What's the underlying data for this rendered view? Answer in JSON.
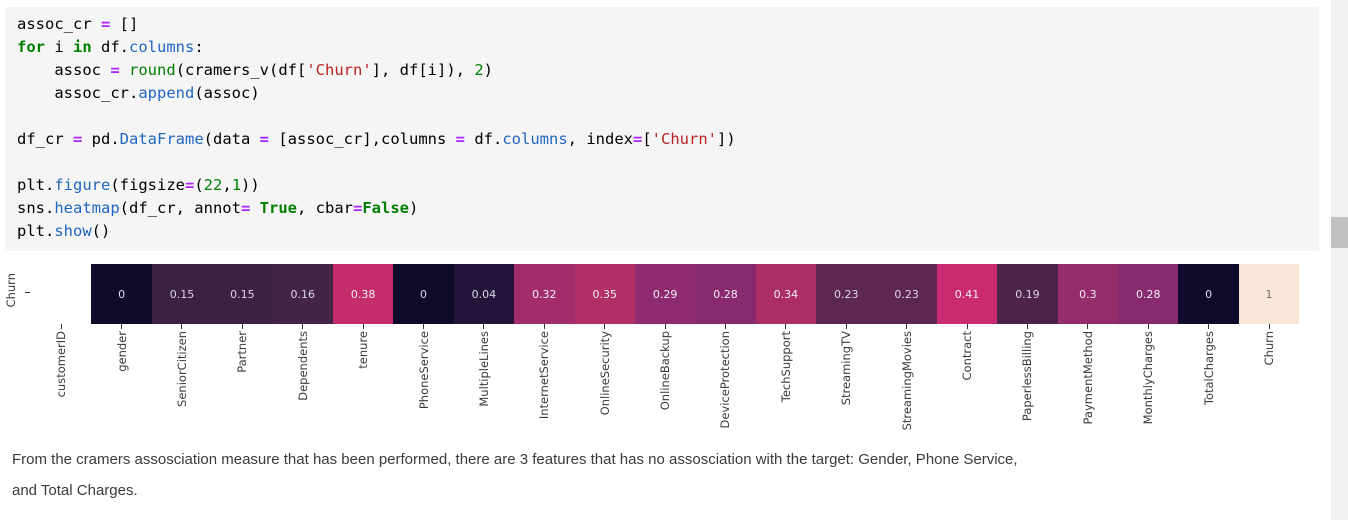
{
  "colors": {
    "page_bg": "#ffffff",
    "code_bg": "#f5f5f5",
    "annot_light": "#ddd8e4",
    "annot_dark": "#6b6b6b",
    "tick_text": "#3a3a3a",
    "markdown_text": "#3b3b3b",
    "scroll_track": "#f1f1f1",
    "scroll_thumb": "#c1c1c1"
  },
  "code_cell": {
    "lines": [
      [
        [
          "plain",
          "assoc_cr "
        ],
        [
          "op",
          "="
        ],
        [
          "plain",
          " []"
        ]
      ],
      [
        [
          "kw",
          "for"
        ],
        [
          "plain",
          " i "
        ],
        [
          "kw",
          "in"
        ],
        [
          "plain",
          " df."
        ],
        [
          "prop",
          "columns"
        ],
        [
          "plain",
          ":"
        ]
      ],
      [
        [
          "plain",
          "    assoc "
        ],
        [
          "op",
          "="
        ],
        [
          "plain",
          " "
        ],
        [
          "builtin",
          "round"
        ],
        [
          "plain",
          "(cramers_v(df["
        ],
        [
          "str",
          "'Churn'"
        ],
        [
          "plain",
          "], df[i]), "
        ],
        [
          "num",
          "2"
        ],
        [
          "plain",
          ")"
        ]
      ],
      [
        [
          "plain",
          "    assoc_cr."
        ],
        [
          "prop",
          "append"
        ],
        [
          "plain",
          "(assoc)"
        ]
      ],
      [],
      [
        [
          "plain",
          "df_cr "
        ],
        [
          "op",
          "="
        ],
        [
          "plain",
          " pd."
        ],
        [
          "prop",
          "DataFrame"
        ],
        [
          "plain",
          "(data "
        ],
        [
          "op",
          "="
        ],
        [
          "plain",
          " [assoc_cr],columns "
        ],
        [
          "op",
          "="
        ],
        [
          "plain",
          " df."
        ],
        [
          "prop",
          "columns"
        ],
        [
          "plain",
          ", index"
        ],
        [
          "op",
          "="
        ],
        [
          "plain",
          "["
        ],
        [
          "str",
          "'Churn'"
        ],
        [
          "plain",
          "])"
        ]
      ],
      [],
      [
        [
          "plain",
          "plt."
        ],
        [
          "prop",
          "figure"
        ],
        [
          "plain",
          "(figsize"
        ],
        [
          "op",
          "="
        ],
        [
          "plain",
          "("
        ],
        [
          "num",
          "22"
        ],
        [
          "plain",
          ","
        ],
        [
          "num",
          "1"
        ],
        [
          "plain",
          "))"
        ]
      ],
      [
        [
          "plain",
          "sns."
        ],
        [
          "prop",
          "heatmap"
        ],
        [
          "plain",
          "(df_cr, annot"
        ],
        [
          "op",
          "="
        ],
        [
          "plain",
          " "
        ],
        [
          "kw",
          "True"
        ],
        [
          "plain",
          ", cbar"
        ],
        [
          "op",
          "="
        ],
        [
          "kw",
          "False"
        ],
        [
          "plain",
          ")"
        ]
      ],
      [
        [
          "plain",
          "plt."
        ],
        [
          "prop",
          "show"
        ],
        [
          "plain",
          "()"
        ]
      ]
    ]
  },
  "heatmap": {
    "row_label": "Churn",
    "columns": [
      {
        "label": "customerID",
        "value": "",
        "cell_bg": "#ffffff",
        "text_color": "#ffffff"
      },
      {
        "label": "gender",
        "value": "0",
        "cell_bg": "#0e0b2a",
        "text_color": "#ddd8e4"
      },
      {
        "label": "SeniorCitizen",
        "value": "0.15",
        "cell_bg": "#3b2144",
        "text_color": "#ddd8e4"
      },
      {
        "label": "Partner",
        "value": "0.15",
        "cell_bg": "#3b2144",
        "text_color": "#ddd8e4"
      },
      {
        "label": "Dependents",
        "value": "0.16",
        "cell_bg": "#432347",
        "text_color": "#ddd8e4"
      },
      {
        "label": "tenure",
        "value": "0.38",
        "cell_bg": "#c32d6c",
        "text_color": "#f2eef5"
      },
      {
        "label": "PhoneService",
        "value": "0",
        "cell_bg": "#0e0b2a",
        "text_color": "#ddd8e4"
      },
      {
        "label": "MultipleLines",
        "value": "0.04",
        "cell_bg": "#231539",
        "text_color": "#ddd8e4"
      },
      {
        "label": "InternetService",
        "value": "0.32",
        "cell_bg": "#a32d6a",
        "text_color": "#f2eef5"
      },
      {
        "label": "OnlineSecurity",
        "value": "0.35",
        "cell_bg": "#b12e66",
        "text_color": "#f2eef5"
      },
      {
        "label": "OnlineBackup",
        "value": "0.29",
        "cell_bg": "#8d2b6e",
        "text_color": "#f2eef5"
      },
      {
        "label": "DeviceProtection",
        "value": "0.28",
        "cell_bg": "#872b6e",
        "text_color": "#f2eef5"
      },
      {
        "label": "TechSupport",
        "value": "0.34",
        "cell_bg": "#ac2e67",
        "text_color": "#f2eef5"
      },
      {
        "label": "StreamingTV",
        "value": "0.23",
        "cell_bg": "#5e2751",
        "text_color": "#ddd8e4"
      },
      {
        "label": "StreamingMovies",
        "value": "0.23",
        "cell_bg": "#5e2751",
        "text_color": "#ddd8e4"
      },
      {
        "label": "Contract",
        "value": "0.41",
        "cell_bg": "#ca2a70",
        "text_color": "#f2eef5"
      },
      {
        "label": "PaperlessBilling",
        "value": "0.19",
        "cell_bg": "#4d2449",
        "text_color": "#ddd8e4"
      },
      {
        "label": "PaymentMethod",
        "value": "0.3",
        "cell_bg": "#952c6c",
        "text_color": "#f2eef5"
      },
      {
        "label": "MonthlyCharges",
        "value": "0.28",
        "cell_bg": "#872b6e",
        "text_color": "#f2eef5"
      },
      {
        "label": "TotalCharges",
        "value": "0",
        "cell_bg": "#0e0b2a",
        "text_color": "#ddd8e4"
      },
      {
        "label": "Churn",
        "value": "1",
        "cell_bg": "#f9e8d9",
        "text_color": "#6b6b6b"
      }
    ]
  },
  "chart_data": {
    "type": "heatmap",
    "title": "",
    "rows": [
      "Churn"
    ],
    "categories": [
      "customerID",
      "gender",
      "SeniorCitizen",
      "Partner",
      "Dependents",
      "tenure",
      "PhoneService",
      "MultipleLines",
      "InternetService",
      "OnlineSecurity",
      "OnlineBackup",
      "DeviceProtection",
      "TechSupport",
      "StreamingTV",
      "StreamingMovies",
      "Contract",
      "PaperlessBilling",
      "PaymentMethod",
      "MonthlyCharges",
      "TotalCharges",
      "Churn"
    ],
    "values": [
      [
        null,
        0,
        0.15,
        0.15,
        0.16,
        0.38,
        0,
        0.04,
        0.32,
        0.35,
        0.29,
        0.28,
        0.34,
        0.23,
        0.23,
        0.41,
        0.19,
        0.3,
        0.28,
        0,
        1
      ]
    ],
    "colormap": "rocket",
    "vmin": 0,
    "vmax": 1,
    "annotations": true,
    "colorbar": false
  },
  "markdown": {
    "lines": [
      "From the cramers assosciation measure that has been performed, there are 3 features that has no assosciation with the target: Gender, Phone Service,",
      "and Total Charges."
    ]
  }
}
